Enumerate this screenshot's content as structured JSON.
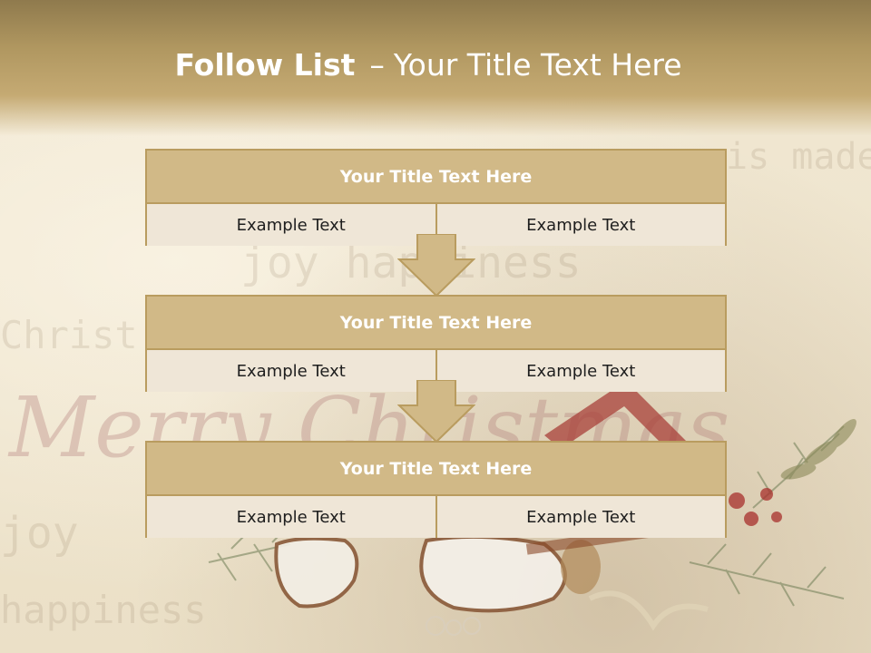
{
  "title": {
    "bold": "Follow List",
    "separator": "–",
    "rest": "Your Title Text Here"
  },
  "steps": [
    {
      "title": "Your Title Text Here",
      "left": "Example Text",
      "right": "Example Text"
    },
    {
      "title": "Your Title Text Here",
      "left": "Example Text",
      "right": "Example Text"
    },
    {
      "title": "Your Title Text Here",
      "left": "Example Text",
      "right": "Example Text"
    }
  ],
  "colors": {
    "header_band": "#b09760",
    "box_header": "#d1b987",
    "box_border": "#b99c5f",
    "cell_bg": "#efe6d7",
    "arrow_fill": "#d1b987"
  },
  "icons": [
    "down-arrow-icon"
  ]
}
